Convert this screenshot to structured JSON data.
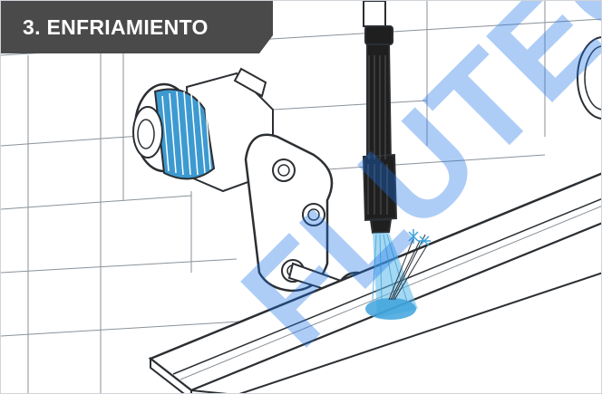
{
  "title": "3. ENFRIAMIENTO",
  "watermark_text": "FLUTEC",
  "colors": {
    "banner_background": "#4a4a4a",
    "banner_text": "#ffffff",
    "outline": "#2b2f33",
    "spray_blue": "#5bb8e8",
    "coolant_blue": "#3ea3dc",
    "knurl_blue": "#3d9ad1",
    "watermark_blue": "#1a73e8",
    "nozzle_black": "#1f1f1f"
  },
  "icons": {
    "machine": "welding-machine-illustration",
    "nozzle": "coolant-nozzle",
    "spray": "water-spray",
    "sparks": "spark-icon"
  }
}
